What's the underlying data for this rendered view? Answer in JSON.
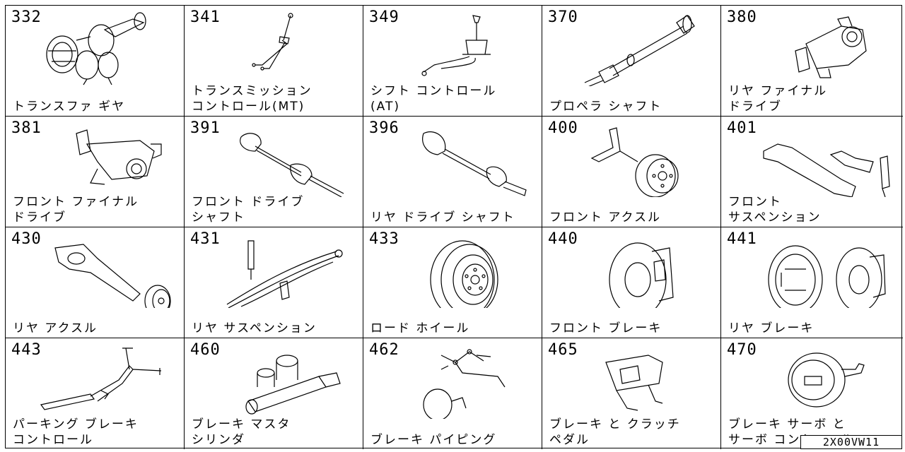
{
  "cells": [
    {
      "code": "332",
      "label": "トランスファ ギヤ",
      "icon": "transfer-gear-icon"
    },
    {
      "code": "341",
      "label": "トランスミッション\nコントロール(MT)",
      "icon": "shift-lever-mt-icon"
    },
    {
      "code": "349",
      "label": "シフト コントロール\n(AT)",
      "icon": "shift-lever-at-icon"
    },
    {
      "code": "370",
      "label": "プロペラ シャフト",
      "icon": "propeller-shaft-icon"
    },
    {
      "code": "380",
      "label": "リヤ ファイナル\nドライブ",
      "icon": "rear-final-drive-icon"
    },
    {
      "code": "381",
      "label": "フロント ファイナル\nドライブ",
      "icon": "front-final-drive-icon"
    },
    {
      "code": "391",
      "label": "フロント ドライブ\nシャフト",
      "icon": "front-drive-shaft-icon"
    },
    {
      "code": "396",
      "label": "リヤ ドライブ シャフト",
      "icon": "rear-drive-shaft-icon"
    },
    {
      "code": "400",
      "label": "フロント アクスル",
      "icon": "front-axle-icon"
    },
    {
      "code": "401",
      "label": "フロント\nサスペンション",
      "icon": "front-suspension-icon"
    },
    {
      "code": "430",
      "label": "リヤ アクスル",
      "icon": "rear-axle-icon"
    },
    {
      "code": "431",
      "label": "リヤ サスペンション",
      "icon": "rear-suspension-icon"
    },
    {
      "code": "433",
      "label": "ロード ホイール",
      "icon": "road-wheel-icon"
    },
    {
      "code": "440",
      "label": "フロント ブレーキ",
      "icon": "front-brake-icon"
    },
    {
      "code": "441",
      "label": "リヤ ブレーキ",
      "icon": "rear-brake-icon"
    },
    {
      "code": "443",
      "label": "パーキング ブレーキ\nコントロール",
      "icon": "parking-brake-icon"
    },
    {
      "code": "460",
      "label": "ブレーキ マスタ\nシリンダ",
      "icon": "master-cylinder-icon"
    },
    {
      "code": "462",
      "label": "ブレーキ パイピング",
      "icon": "brake-piping-icon"
    },
    {
      "code": "465",
      "label": "ブレーキ と クラッチ\nペダル",
      "icon": "pedal-icon"
    },
    {
      "code": "470",
      "label": "ブレーキ サーボ と\nサーボ コントロール",
      "icon": "brake-servo-icon"
    }
  ],
  "footer": "2X00VW11"
}
